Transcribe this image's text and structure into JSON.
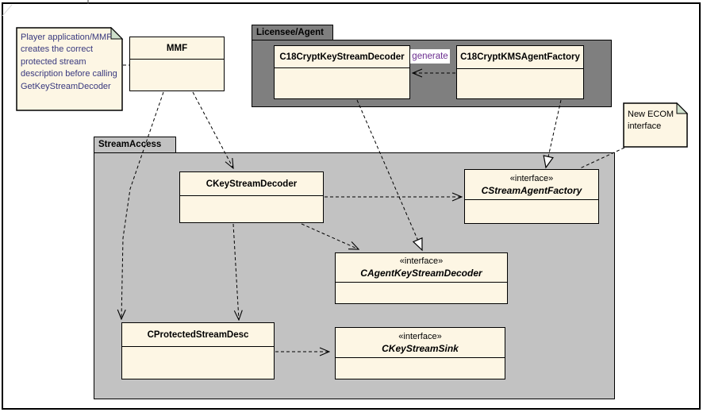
{
  "packages": {
    "licensee": {
      "label": "Licensee/Agent"
    },
    "streamAccess": {
      "label": "StreamAccess"
    }
  },
  "classes": {
    "mmf": {
      "name": "MMF"
    },
    "c18CryptKeyStreamDecoder": {
      "name": "C18CryptKeyStreamDecoder"
    },
    "c18CryptKMSAgentFactory": {
      "name": "C18CryptKMSAgentFactory"
    },
    "cKeyStreamDecoder": {
      "name": "CKeyStreamDecoder"
    },
    "cStreamAgentFactory": {
      "stereotype": "«interface»",
      "name": "CStreamAgentFactory"
    },
    "cAgentKeyStreamDecoder": {
      "stereotype": "«interface»",
      "name": "CAgentKeyStreamDecoder"
    },
    "cProtectedStreamDesc": {
      "name": "CProtectedStreamDesc"
    },
    "cKeyStreamSink": {
      "stereotype": "«interface»",
      "name": "CKeyStreamSink"
    }
  },
  "notes": {
    "playerNote": {
      "text": "Player application/MMF creates the correct protected stream description before calling GetKeyStreamDecoder"
    },
    "ecomNote": {
      "text": "New ECOM interface"
    }
  },
  "connectorLabels": {
    "generate": "generate"
  },
  "colors": {
    "class_fill": "#FDF6E4",
    "package_dark": "#7F7F7F",
    "package_light": "#C2C2C2",
    "note_fold": "#CFE0CB",
    "note_text_blue": "#38387E",
    "generate_text": "#6A2D8F"
  }
}
